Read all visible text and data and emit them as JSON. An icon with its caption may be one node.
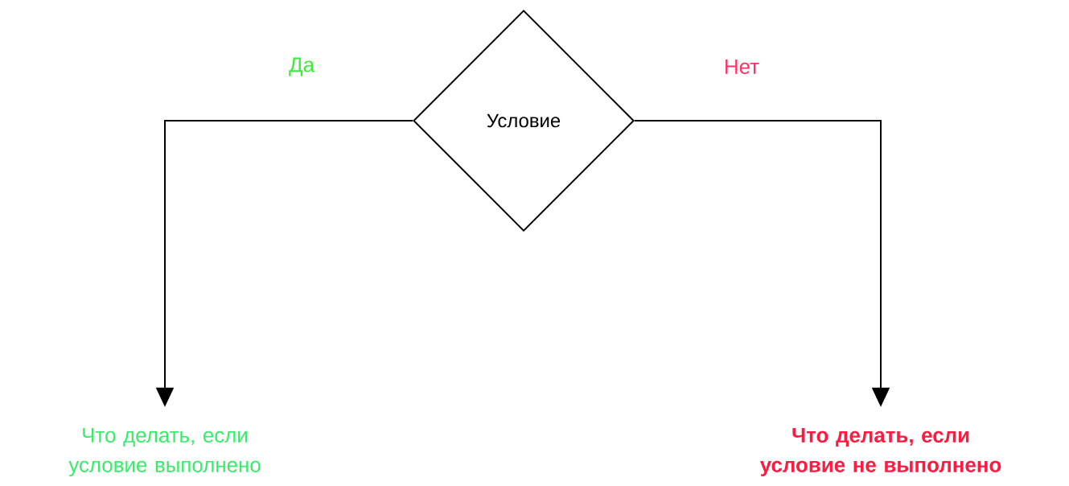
{
  "diagram": {
    "nodes": [
      {
        "text": [
          "Условие"
        ]
      },
      {
        "text": [
          "Что делать, если условие выполнено"
        ]
      },
      {
        "text": [
          "Что делать, если условие не выполнено"
        ]
      }
    ],
    "edges": [
      {
        "from": 0,
        "to": 1,
        "arrow": "to",
        "label": "Да"
      },
      {
        "from": 0,
        "to": 2,
        "arrow": "to",
        "label": "Нет"
      }
    ]
  }
}
